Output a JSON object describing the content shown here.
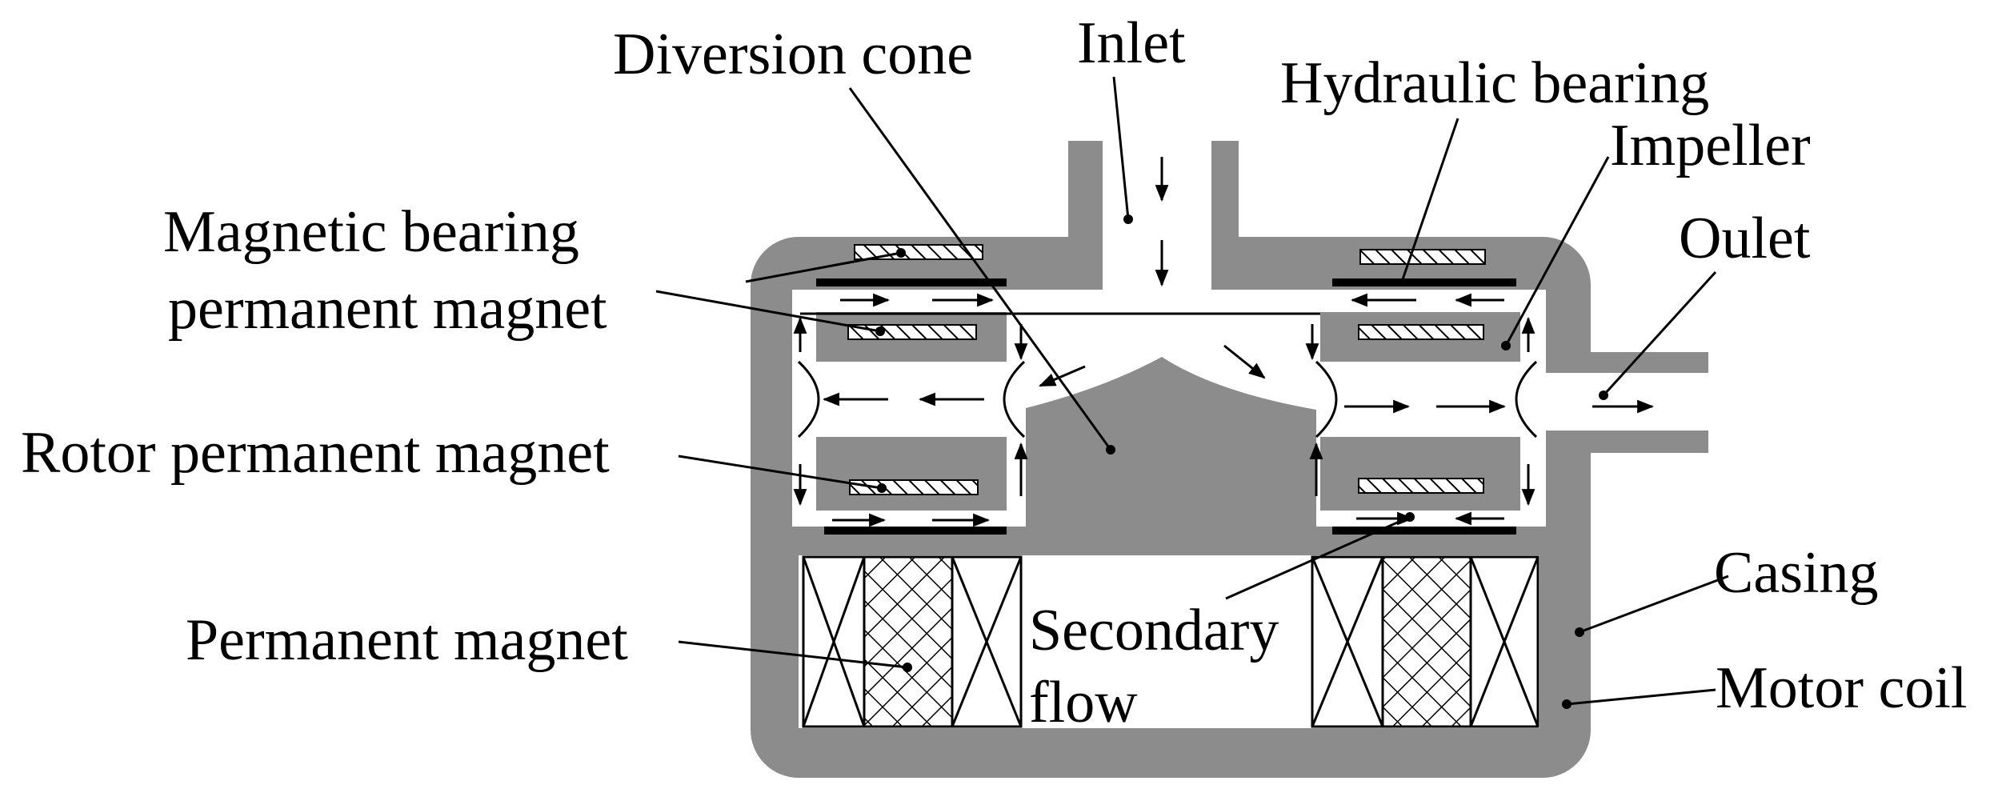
{
  "labels": {
    "diversion_cone": "Diversion cone",
    "inlet": "Inlet",
    "hydraulic_bearing": "Hydraulic bearing",
    "impeller": "Impeller",
    "magnetic_bearing_line1": "Magnetic bearing",
    "magnetic_bearing_line2": "permanent magnet",
    "outlet": "Oulet",
    "rotor_permanent_magnet": "Rotor permanent magnet",
    "casing": "Casing",
    "secondary_flow_line1": "Secondary",
    "secondary_flow_line2": "flow",
    "permanent_magnet": "Permanent magnet",
    "motor_coil": "Motor coil"
  },
  "colors": {
    "casing": "#8c8c8c",
    "cavity": "#ffffff",
    "bearing_bar": "#000000",
    "hatch": "#000000",
    "line": "#000000"
  }
}
